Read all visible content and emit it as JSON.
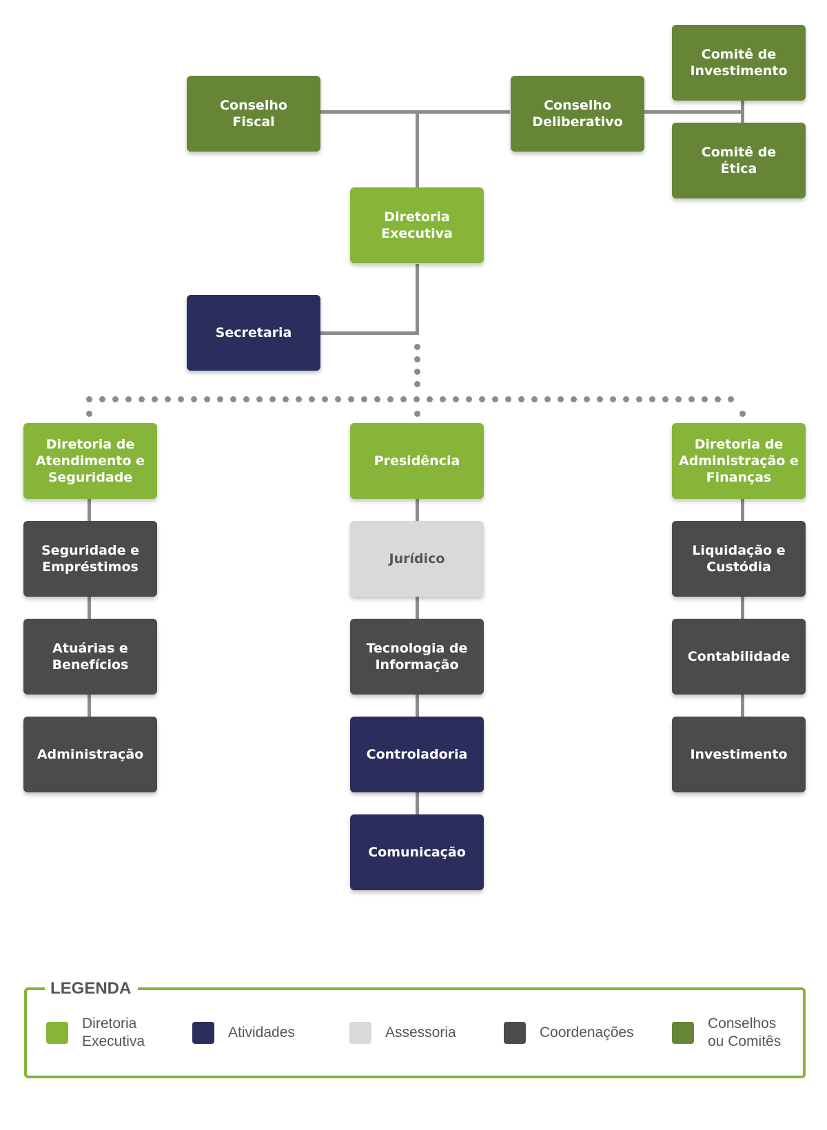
{
  "colors": {
    "diretoria_executiva": "#86b53a",
    "atividades": "#2b2e5c",
    "assessoria": "#d9d9d9",
    "coordenacoes": "#4b4b4c",
    "conselhos": "#668536",
    "connector": "#8c8c8c"
  },
  "nodes": {
    "conselho_fiscal": "Conselho\nFiscal",
    "conselho_deliberativo": "Conselho\nDeliberativo",
    "comite_investimento": "Comitê de\nInvestimento",
    "comite_etica": "Comitê de\nÉtica",
    "diretoria_executiva": "Diretoria\nExecutiva",
    "secretaria": "Secretaria",
    "diretoria_atendimento": "Diretoria de\nAtendimento e\nSeguridade",
    "presidencia": "Presidência",
    "diretoria_administracao": "Diretoria de\nAdministração e\nFinanças",
    "seguridade_emprestimos": "Seguridade e\nEmpréstimos",
    "atuarias_beneficios": "Atuárias e\nBenefícios",
    "administracao": "Administração",
    "juridico": "Jurídico",
    "tecnologia_informacao": "Tecnologia de\nInformação",
    "controladoria": "Controladoria",
    "comunicacao": "Comunicação",
    "liquidacao_custodia": "Liquidação e\nCustódia",
    "contabilidade": "Contabilidade",
    "investimento": "Investimento"
  },
  "legend": {
    "title": "LEGENDA",
    "items": [
      {
        "label": "Diretoria\nExecutiva",
        "color": "#86b53a"
      },
      {
        "label": "Atividades",
        "color": "#2b2e5c"
      },
      {
        "label": "Assessoria",
        "color": "#d9d9d9"
      },
      {
        "label": "Coordenações",
        "color": "#4b4b4c"
      },
      {
        "label": "Conselhos\nou Comitês",
        "color": "#668536"
      }
    ]
  }
}
